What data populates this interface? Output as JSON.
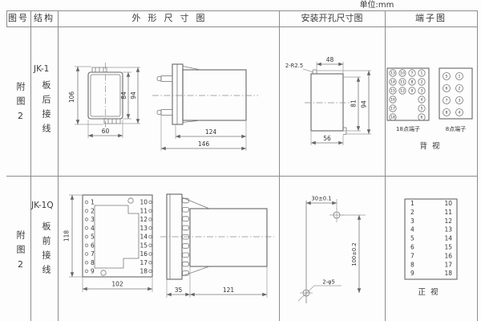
{
  "unit_label": "单位:mm",
  "header": {
    "fig_no": "图号",
    "structure": "结构",
    "outline": "外形尺寸图",
    "mounting": "安装开孔尺寸图",
    "terminal": "端子图"
  },
  "rows": [
    {
      "fig_no": "附图2",
      "model": "JK-1",
      "wiring": "板后接线",
      "outline_dims": {
        "total_height": "106",
        "inner_height": "84",
        "outer_height": "94",
        "front_width": "60",
        "body_depth": "124",
        "total_depth": "146"
      },
      "mounting_dims": {
        "notch_radius": "2-R2.5",
        "top_width": "48",
        "inner_height": "81",
        "outer_height": "94",
        "bottom_width": "56"
      },
      "terminal": {
        "grid18_cols": [
          [
            13,
            14,
            15,
            16,
            17,
            18
          ],
          [
            10,
            11,
            12
          ],
          [
            7,
            8,
            9
          ],
          [
            1,
            2,
            3,
            4,
            5,
            6
          ]
        ],
        "grid8_cols": [
          [
            5,
            6,
            7,
            8
          ],
          [
            1,
            2,
            3,
            4
          ]
        ],
        "label_18": "18点端子",
        "label_8": "8点端子",
        "view": "背视"
      }
    },
    {
      "fig_no": "附图2",
      "model": "JK-1Q",
      "wiring": "板前接线",
      "outline_dims": {
        "height": "118",
        "width": "102",
        "panel_depth": "35",
        "body_depth": "121"
      },
      "mounting_dims": {
        "h_spacing": "30±0.1",
        "v_spacing": "100±0.2",
        "holes": "2-φ5"
      },
      "terminals_left": [
        1,
        2,
        3,
        4,
        5,
        6,
        7,
        8,
        9
      ],
      "terminals_right": [
        10,
        11,
        12,
        13,
        14,
        15,
        16,
        17,
        18
      ],
      "terminal_view": "正视"
    }
  ]
}
